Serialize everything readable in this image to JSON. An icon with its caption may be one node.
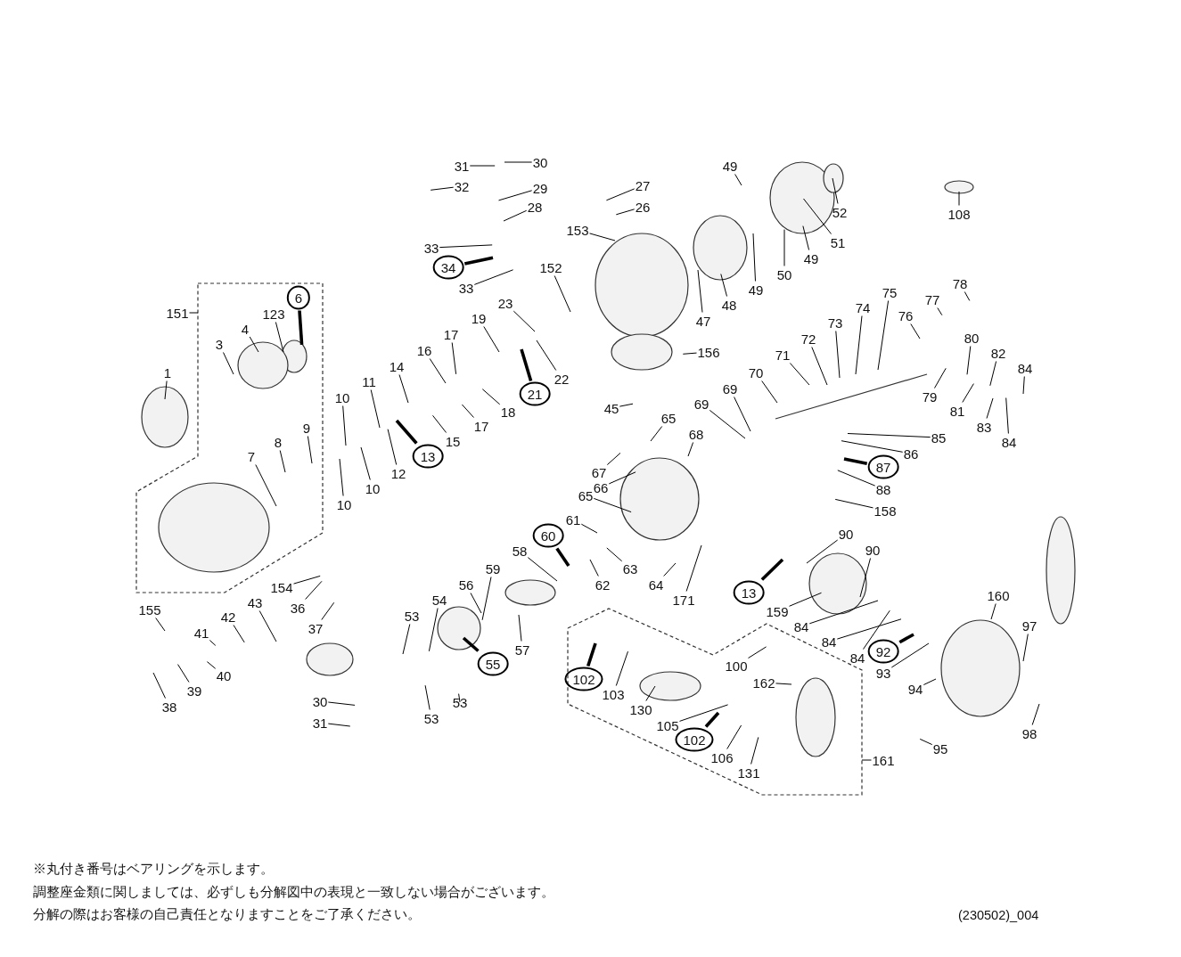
{
  "diagram": {
    "nodes": [
      {
        "text": [
          "1"
        ]
      },
      {
        "text": [
          "151"
        ]
      },
      {
        "text": [
          "3"
        ]
      },
      {
        "text": [
          "4"
        ]
      },
      {
        "text": [
          "123"
        ]
      },
      {
        "text": [
          "6"
        ]
      },
      {
        "text": [
          "31"
        ]
      },
      {
        "text": [
          "30"
        ]
      },
      {
        "text": [
          "32"
        ]
      },
      {
        "text": [
          "29"
        ]
      },
      {
        "text": [
          "28"
        ]
      },
      {
        "text": [
          "27"
        ]
      },
      {
        "text": [
          "26"
        ]
      },
      {
        "text": [
          "153"
        ]
      },
      {
        "text": [
          "33"
        ]
      },
      {
        "text": [
          "34"
        ]
      },
      {
        "text": [
          "33"
        ]
      },
      {
        "text": [
          "152"
        ]
      },
      {
        "text": [
          "49"
        ]
      },
      {
        "text": [
          "52"
        ]
      },
      {
        "text": [
          "51"
        ]
      },
      {
        "text": [
          "49"
        ]
      },
      {
        "text": [
          "50"
        ]
      },
      {
        "text": [
          "49"
        ]
      },
      {
        "text": [
          "48"
        ]
      },
      {
        "text": [
          "47"
        ]
      },
      {
        "text": [
          "108"
        ]
      },
      {
        "text": [
          "23"
        ]
      },
      {
        "text": [
          "19"
        ]
      },
      {
        "text": [
          "17"
        ]
      },
      {
        "text": [
          "16"
        ]
      },
      {
        "text": [
          "21"
        ]
      },
      {
        "text": [
          "22"
        ]
      },
      {
        "text": [
          "18"
        ]
      },
      {
        "text": [
          "17"
        ]
      },
      {
        "text": [
          "15"
        ]
      },
      {
        "text": [
          "14"
        ]
      },
      {
        "text": [
          "11"
        ]
      },
      {
        "text": [
          "13"
        ]
      },
      {
        "text": [
          "12"
        ]
      },
      {
        "text": [
          "10"
        ]
      },
      {
        "text": [
          "10"
        ]
      },
      {
        "text": [
          "10"
        ]
      },
      {
        "text": [
          "9"
        ]
      },
      {
        "text": [
          "8"
        ]
      },
      {
        "text": [
          "7"
        ]
      },
      {
        "text": [
          "156"
        ]
      },
      {
        "text": [
          "45"
        ]
      },
      {
        "text": [
          "69"
        ]
      },
      {
        "text": [
          "69"
        ]
      },
      {
        "text": [
          "70"
        ]
      },
      {
        "text": [
          "71"
        ]
      },
      {
        "text": [
          "72"
        ]
      },
      {
        "text": [
          "73"
        ]
      },
      {
        "text": [
          "74"
        ]
      },
      {
        "text": [
          "75"
        ]
      },
      {
        "text": [
          "76"
        ]
      },
      {
        "text": [
          "77"
        ]
      },
      {
        "text": [
          "78"
        ]
      },
      {
        "text": [
          "80"
        ]
      },
      {
        "text": [
          "79"
        ]
      },
      {
        "text": [
          "82"
        ]
      },
      {
        "text": [
          "81"
        ]
      },
      {
        "text": [
          "84"
        ]
      },
      {
        "text": [
          "83"
        ]
      },
      {
        "text": [
          "84"
        ]
      },
      {
        "text": [
          "85"
        ]
      },
      {
        "text": [
          "86"
        ]
      },
      {
        "text": [
          "87"
        ]
      },
      {
        "text": [
          "88"
        ]
      },
      {
        "text": [
          "158"
        ]
      },
      {
        "text": [
          "65"
        ]
      },
      {
        "text": [
          "68"
        ]
      },
      {
        "text": [
          "67"
        ]
      },
      {
        "text": [
          "66"
        ]
      },
      {
        "text": [
          "65"
        ]
      },
      {
        "text": [
          "61"
        ]
      },
      {
        "text": [
          "60"
        ]
      },
      {
        "text": [
          "58"
        ]
      },
      {
        "text": [
          "63"
        ]
      },
      {
        "text": [
          "62"
        ]
      },
      {
        "text": [
          "64"
        ]
      },
      {
        "text": [
          "171"
        ]
      },
      {
        "text": [
          "59"
        ]
      },
      {
        "text": [
          "56"
        ]
      },
      {
        "text": [
          "54"
        ]
      },
      {
        "text": [
          "53"
        ]
      },
      {
        "text": [
          "57"
        ]
      },
      {
        "text": [
          "55"
        ]
      },
      {
        "text": [
          "53"
        ]
      },
      {
        "text": [
          "53"
        ]
      },
      {
        "text": [
          "154"
        ]
      },
      {
        "text": [
          "36"
        ]
      },
      {
        "text": [
          "37"
        ]
      },
      {
        "text": [
          "155"
        ]
      },
      {
        "text": [
          "43"
        ]
      },
      {
        "text": [
          "42"
        ]
      },
      {
        "text": [
          "41"
        ]
      },
      {
        "text": [
          "40"
        ]
      },
      {
        "text": [
          "39"
        ]
      },
      {
        "text": [
          "38"
        ]
      },
      {
        "text": [
          "30"
        ]
      },
      {
        "text": [
          "31"
        ]
      },
      {
        "text": [
          "13"
        ]
      },
      {
        "text": [
          "90"
        ]
      },
      {
        "text": [
          "90"
        ]
      },
      {
        "text": [
          "159"
        ]
      },
      {
        "text": [
          "84"
        ]
      },
      {
        "text": [
          "84"
        ]
      },
      {
        "text": [
          "92"
        ]
      },
      {
        "text": [
          "84"
        ]
      },
      {
        "text": [
          "93"
        ]
      },
      {
        "text": [
          "160"
        ]
      },
      {
        "text": [
          "97"
        ]
      },
      {
        "text": [
          "94"
        ]
      },
      {
        "text": [
          "98"
        ]
      },
      {
        "text": [
          "95"
        ]
      },
      {
        "text": [
          "161"
        ]
      },
      {
        "text": [
          "100"
        ]
      },
      {
        "text": [
          "162"
        ]
      },
      {
        "text": [
          "102"
        ]
      },
      {
        "text": [
          "103"
        ]
      },
      {
        "text": [
          "130"
        ]
      },
      {
        "text": [
          "105"
        ]
      },
      {
        "text": [
          "102"
        ]
      },
      {
        "text": [
          "106"
        ]
      },
      {
        "text": [
          "131"
        ]
      }
    ],
    "edges": [
      {
        "from": 0,
        "to": null,
        "arrow": "none"
      },
      {
        "from": 1,
        "to": null,
        "arrow": "none"
      },
      {
        "from": 2,
        "to": null,
        "arrow": "none"
      },
      {
        "from": 3,
        "to": null,
        "arrow": "none"
      },
      {
        "from": 4,
        "to": null,
        "arrow": "none"
      },
      {
        "from": 5,
        "to": null,
        "arrow": "none",
        "style": "thick"
      },
      {
        "from": 6,
        "to": null,
        "arrow": "none"
      },
      {
        "from": 7,
        "to": null,
        "arrow": "none"
      },
      {
        "from": 8,
        "to": null,
        "arrow": "none"
      },
      {
        "from": 9,
        "to": null,
        "arrow": "none"
      },
      {
        "from": 10,
        "to": null,
        "arrow": "none"
      },
      {
        "from": 11,
        "to": null,
        "arrow": "none"
      },
      {
        "from": 12,
        "to": null,
        "arrow": "none"
      },
      {
        "from": 13,
        "to": null,
        "arrow": "none"
      },
      {
        "from": 14,
        "to": null,
        "arrow": "none"
      },
      {
        "from": 15,
        "to": null,
        "arrow": "none",
        "style": "thick"
      },
      {
        "from": 16,
        "to": null,
        "arrow": "none"
      },
      {
        "from": 17,
        "to": null,
        "arrow": "none"
      },
      {
        "from": 18,
        "to": null,
        "arrow": "none"
      },
      {
        "from": 19,
        "to": null,
        "arrow": "none"
      },
      {
        "from": 20,
        "to": null,
        "arrow": "none"
      },
      {
        "from": 21,
        "to": null,
        "arrow": "none"
      },
      {
        "from": 22,
        "to": null,
        "arrow": "none"
      },
      {
        "from": 23,
        "to": null,
        "arrow": "none"
      },
      {
        "from": 24,
        "to": null,
        "arrow": "none"
      },
      {
        "from": 25,
        "to": null,
        "arrow": "none"
      },
      {
        "from": 26,
        "to": null,
        "arrow": "none"
      },
      {
        "from": 27,
        "to": null,
        "arrow": "none"
      },
      {
        "from": 28,
        "to": null,
        "arrow": "none"
      },
      {
        "from": 29,
        "to": null,
        "arrow": "none"
      },
      {
        "from": 30,
        "to": null,
        "arrow": "none"
      },
      {
        "from": 31,
        "to": null,
        "arrow": "none",
        "style": "thick"
      },
      {
        "from": 32,
        "to": null,
        "arrow": "none"
      },
      {
        "from": 33,
        "to": null,
        "arrow": "none"
      },
      {
        "from": 34,
        "to": null,
        "arrow": "none"
      },
      {
        "from": 35,
        "to": null,
        "arrow": "none"
      },
      {
        "from": 36,
        "to": null,
        "arrow": "none"
      },
      {
        "from": 37,
        "to": null,
        "arrow": "none"
      },
      {
        "from": 38,
        "to": null,
        "arrow": "none",
        "style": "thick"
      },
      {
        "from": 39,
        "to": null,
        "arrow": "none"
      },
      {
        "from": 40,
        "to": null,
        "arrow": "none"
      },
      {
        "from": 41,
        "to": null,
        "arrow": "none"
      },
      {
        "from": 42,
        "to": null,
        "arrow": "none"
      },
      {
        "from": 43,
        "to": null,
        "arrow": "none"
      },
      {
        "from": 44,
        "to": null,
        "arrow": "none"
      },
      {
        "from": 45,
        "to": null,
        "arrow": "none"
      },
      {
        "from": 46,
        "to": null,
        "arrow": "none"
      },
      {
        "from": 47,
        "to": null,
        "arrow": "none"
      },
      {
        "from": 48,
        "to": null,
        "arrow": "none"
      },
      {
        "from": 49,
        "to": null,
        "arrow": "none"
      },
      {
        "from": 50,
        "to": null,
        "arrow": "none"
      },
      {
        "from": 51,
        "to": null,
        "arrow": "none"
      },
      {
        "from": 52,
        "to": null,
        "arrow": "none"
      },
      {
        "from": 53,
        "to": null,
        "arrow": "none"
      },
      {
        "from": 54,
        "to": null,
        "arrow": "none"
      },
      {
        "from": 55,
        "to": null,
        "arrow": "none"
      },
      {
        "from": 56,
        "to": null,
        "arrow": "none"
      },
      {
        "from": 57,
        "to": null,
        "arrow": "none"
      },
      {
        "from": 58,
        "to": null,
        "arrow": "none"
      },
      {
        "from": 59,
        "to": null,
        "arrow": "none"
      },
      {
        "from": 60,
        "to": null,
        "arrow": "none"
      },
      {
        "from": 61,
        "to": null,
        "arrow": "none"
      },
      {
        "from": 62,
        "to": null,
        "arrow": "none"
      },
      {
        "from": 63,
        "to": null,
        "arrow": "none"
      },
      {
        "from": 64,
        "to": null,
        "arrow": "none"
      },
      {
        "from": 65,
        "to": null,
        "arrow": "none"
      },
      {
        "from": 66,
        "to": null,
        "arrow": "none"
      },
      {
        "from": 67,
        "to": null,
        "arrow": "none"
      },
      {
        "from": 68,
        "to": null,
        "arrow": "none",
        "style": "thick"
      },
      {
        "from": 69,
        "to": null,
        "arrow": "none"
      },
      {
        "from": 70,
        "to": null,
        "arrow": "none"
      },
      {
        "from": 71,
        "to": null,
        "arrow": "none"
      },
      {
        "from": 72,
        "to": null,
        "arrow": "none"
      },
      {
        "from": 73,
        "to": null,
        "arrow": "none"
      },
      {
        "from": 74,
        "to": null,
        "arrow": "none"
      },
      {
        "from": 75,
        "to": null,
        "arrow": "none"
      },
      {
        "from": 76,
        "to": null,
        "arrow": "none"
      },
      {
        "from": 77,
        "to": null,
        "arrow": "none",
        "style": "thick"
      },
      {
        "from": 78,
        "to": null,
        "arrow": "none"
      },
      {
        "from": 79,
        "to": null,
        "arrow": "none"
      },
      {
        "from": 80,
        "to": null,
        "arrow": "none"
      },
      {
        "from": 81,
        "to": null,
        "arrow": "none"
      },
      {
        "from": 82,
        "to": null,
        "arrow": "none"
      },
      {
        "from": 83,
        "to": null,
        "arrow": "none"
      },
      {
        "from": 84,
        "to": null,
        "arrow": "none"
      },
      {
        "from": 85,
        "to": null,
        "arrow": "none"
      },
      {
        "from": 86,
        "to": null,
        "arrow": "none"
      },
      {
        "from": 87,
        "to": null,
        "arrow": "none"
      },
      {
        "from": 88,
        "to": null,
        "arrow": "none",
        "style": "thick"
      },
      {
        "from": 89,
        "to": null,
        "arrow": "none"
      },
      {
        "from": 90,
        "to": null,
        "arrow": "none"
      },
      {
        "from": 91,
        "to": null,
        "arrow": "none"
      },
      {
        "from": 92,
        "to": null,
        "arrow": "none"
      },
      {
        "from": 93,
        "to": null,
        "arrow": "none"
      },
      {
        "from": 94,
        "to": null,
        "arrow": "none"
      },
      {
        "from": 95,
        "to": null,
        "arrow": "none"
      },
      {
        "from": 96,
        "to": null,
        "arrow": "none"
      },
      {
        "from": 97,
        "to": null,
        "arrow": "none"
      },
      {
        "from": 98,
        "to": null,
        "arrow": "none"
      },
      {
        "from": 99,
        "to": null,
        "arrow": "none"
      },
      {
        "from": 100,
        "to": null,
        "arrow": "none"
      },
      {
        "from": 101,
        "to": null,
        "arrow": "none"
      },
      {
        "from": 102,
        "to": null,
        "arrow": "none"
      },
      {
        "from": 103,
        "to": null,
        "arrow": "none",
        "style": "thick"
      },
      {
        "from": 104,
        "to": null,
        "arrow": "none"
      },
      {
        "from": 105,
        "to": null,
        "arrow": "none"
      },
      {
        "from": 106,
        "to": null,
        "arrow": "none"
      },
      {
        "from": 107,
        "to": null,
        "arrow": "none"
      },
      {
        "from": 108,
        "to": null,
        "arrow": "none"
      },
      {
        "from": 109,
        "to": null,
        "arrow": "none",
        "style": "thick"
      },
      {
        "from": 110,
        "to": null,
        "arrow": "none"
      },
      {
        "from": 111,
        "to": null,
        "arrow": "none"
      },
      {
        "from": 112,
        "to": null,
        "arrow": "none"
      },
      {
        "from": 113,
        "to": null,
        "arrow": "none"
      },
      {
        "from": 114,
        "to": null,
        "arrow": "none"
      },
      {
        "from": 115,
        "to": null,
        "arrow": "none"
      },
      {
        "from": 116,
        "to": null,
        "arrow": "none"
      },
      {
        "from": 117,
        "to": null,
        "arrow": "none"
      },
      {
        "from": 118,
        "to": null,
        "arrow": "none"
      },
      {
        "from": 119,
        "to": null,
        "arrow": "none"
      },
      {
        "from": 120,
        "to": null,
        "arrow": "none",
        "style": "thick"
      },
      {
        "from": 121,
        "to": null,
        "arrow": "none"
      },
      {
        "from": 122,
        "to": null,
        "arrow": "none"
      },
      {
        "from": 123,
        "to": null,
        "arrow": "none"
      },
      {
        "from": 124,
        "to": null,
        "arrow": "none",
        "style": "thick"
      },
      {
        "from": 125,
        "to": null,
        "arrow": "none"
      },
      {
        "from": 126,
        "to": null,
        "arrow": "none"
      }
    ],
    "labels": [
      "※丸付き番号はベアリングを示します。",
      "調整座金類に関しましては、必ずしも分解図中の表現と一致しない場合がございます。",
      "分解の際はお客様の自己責任となりますことをご了承ください。",
      "(230502)_004"
    ]
  }
}
